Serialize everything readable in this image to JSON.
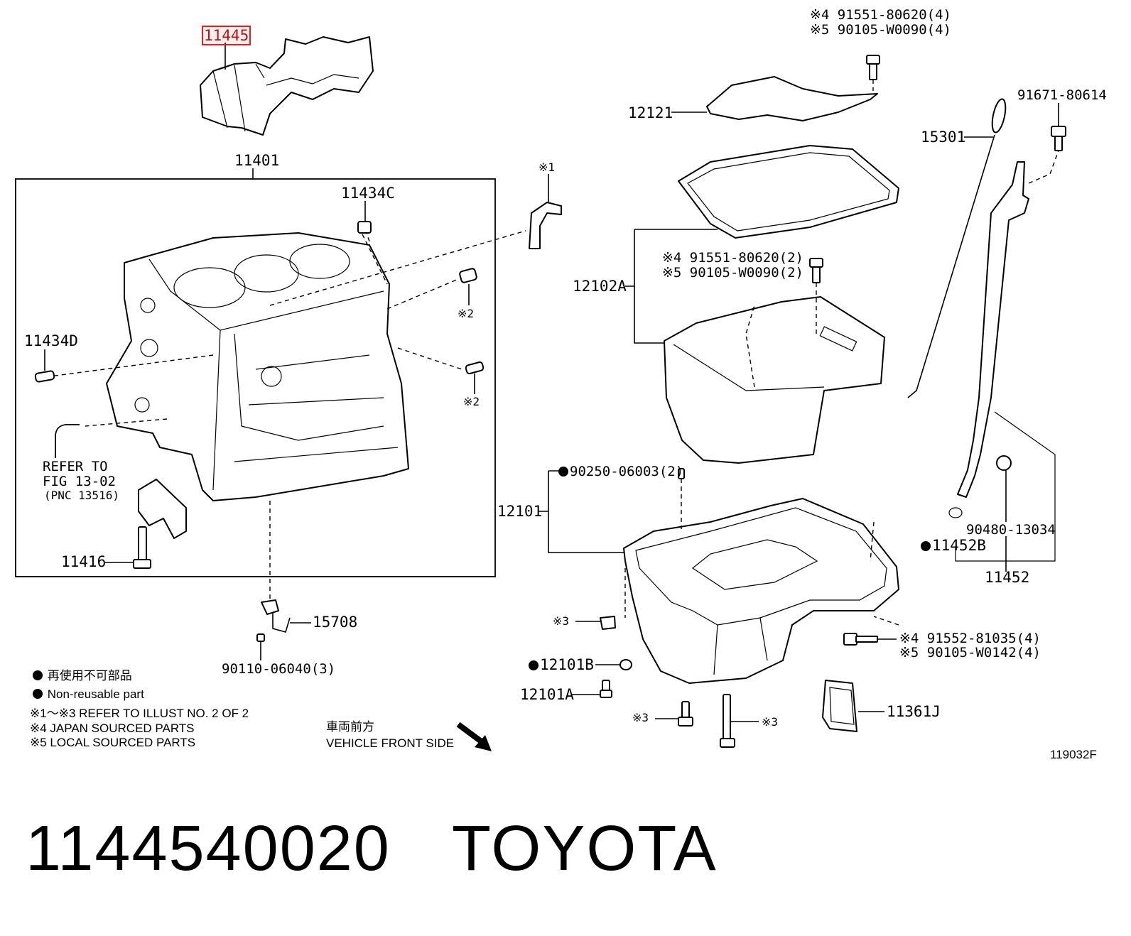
{
  "parts": {
    "p11445": "11445",
    "p11401": "11401",
    "p11434C": "11434C",
    "ref1_top": "※1",
    "ref2_a": "※2",
    "ref2_b": "※2",
    "p11434D": "11434D",
    "refer_to_1": "REFER TO",
    "refer_to_2": "FIG 13-02",
    "refer_to_3": "(PNC 13516)",
    "p11416": "11416",
    "p15708": "15708",
    "p9011006040": "90110-06040(3)",
    "p12121": "12121",
    "bolt_top_j": "※4 91551-80620(4)",
    "bolt_top_l": "※5 90105-W0090(4)",
    "p12102A": "12102A",
    "bolt_mid_j": "※4 91551-80620(2)",
    "bolt_mid_l": "※5 90105-W0090(2)",
    "p12101": "12101",
    "p9025006003": "90250-06003(2)",
    "p12101B": "12101B",
    "p12101A": "12101A",
    "ref3_a": "※3",
    "ref3_b": "※3",
    "ref3_c": "※3",
    "bolt_low_j": "※4 91552-81035(4)",
    "bolt_low_l": "※5 90105-W0142(4)",
    "p11361J": "11361J",
    "p9167180614": "91671-80614",
    "p15301": "15301",
    "p9048013034": "90480-13034",
    "p11452B": "11452B",
    "p11452": "11452"
  },
  "legend": {
    "nonreusable_jp": "再使用不可部品",
    "nonreusable_en": "Non-reusable part",
    "refer_note": "※1～※3  REFER TO ILLUST NO. 2 OF 2",
    "japan_note": "※4 JAPAN SOURCED PARTS",
    "local_note": "※5 LOCAL SOURCED PARTS",
    "front_jp": "車両前方",
    "front_en": "VEHICLE FRONT SIDE"
  },
  "illustration_code": "119032F",
  "footer": {
    "part_number": "1144540020",
    "brand": "TOYOTA"
  },
  "highlight_color": "#e02020"
}
